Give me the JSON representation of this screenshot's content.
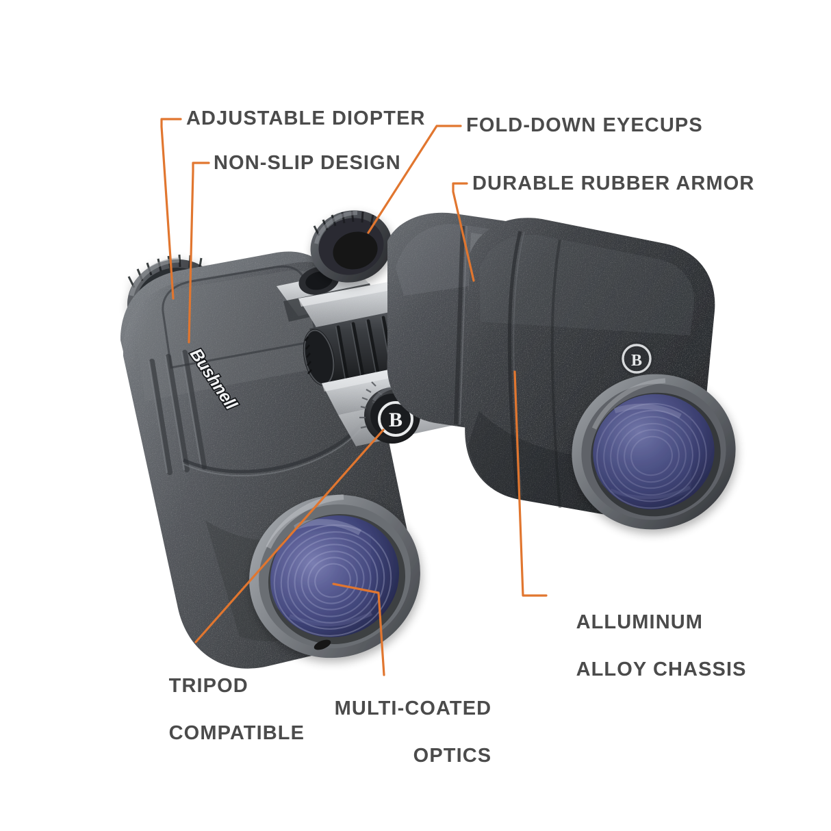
{
  "diagram": {
    "title": "Binoculars Feature Callout Diagram",
    "product_brand": "Bushnell",
    "brand_wordmark": "Bushnell",
    "brand_monogram": "B",
    "background_color": "#FFFFFF",
    "leader_line_color": "#E1762F",
    "label_text_color": "#4B4B4B"
  },
  "callouts": [
    {
      "id": "adjustable-diopter",
      "label": "ADJUSTABLE DIOPTER",
      "lines": [
        "ADJUSTABLE DIOPTER"
      ],
      "align": "left"
    },
    {
      "id": "non-slip-design",
      "label": "NON-SLIP DESIGN",
      "lines": [
        "NON-SLIP DESIGN"
      ],
      "align": "left"
    },
    {
      "id": "fold-down-eyecups",
      "label": "FOLD-DOWN EYECUPS",
      "lines": [
        "FOLD-DOWN EYECUPS"
      ],
      "align": "left"
    },
    {
      "id": "durable-rubber-armor",
      "label": "DURABLE RUBBER ARMOR",
      "lines": [
        "DURABLE RUBBER ARMOR"
      ],
      "align": "left"
    },
    {
      "id": "alluminum-alloy-chassis",
      "label": "ALLUMINUM ALLOY CHASSIS",
      "lines": [
        "ALLUMINUM",
        "ALLOY CHASSIS"
      ],
      "align": "left"
    },
    {
      "id": "tripod-compatible",
      "label": "TRIPOD COMPATIBLE",
      "lines": [
        "TRIPOD",
        "COMPATIBLE"
      ],
      "align": "left"
    },
    {
      "id": "multi-coated-optics",
      "label": "MULTI-COATED OPTICS",
      "lines": [
        "MULTI-COATED",
        "OPTICS"
      ],
      "align": "right"
    }
  ],
  "labels": {
    "diopter": "ADJUSTABLE DIOPTER",
    "nonslip": "NON-SLIP DESIGN",
    "eyecups": "FOLD-DOWN EYECUPS",
    "armor": "DURABLE RUBBER ARMOR",
    "chassis_line1": "ALLUMINUM",
    "chassis_line2": "ALLOY CHASSIS",
    "tripod_line1": "TRIPOD",
    "tripod_line2": "COMPATIBLE",
    "optics_line1": "MULTI-COATED",
    "optics_line2": "OPTICS"
  },
  "product_colors": {
    "armor_dark": "#2F3134",
    "armor_mid": "#4A4D51",
    "armor_light": "#6E7277",
    "chassis_silver": "#BFC2C5",
    "lens_blue": "#3A4175",
    "lens_violet": "#5B5E92",
    "lens_rim": "#8C9096"
  }
}
